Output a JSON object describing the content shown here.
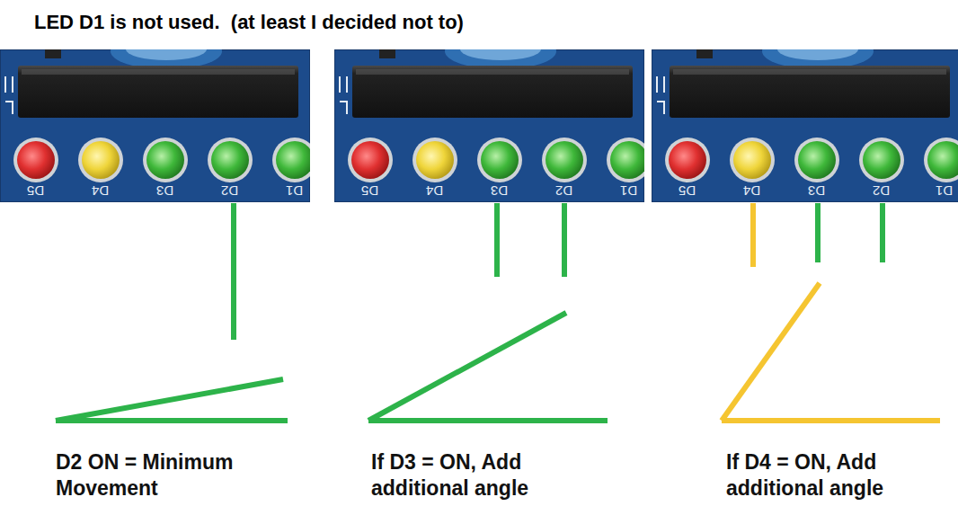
{
  "diagram": {
    "title": "LED D1 is not used.  (at least I decided not to)",
    "labels": [
      "D5",
      "D4",
      "D3",
      "D2",
      "D1",
      "D5",
      "D4",
      "D3",
      "D2",
      "D1",
      "D5",
      "D4",
      "D3",
      "D2",
      "D1",
      "D2 ON = Minimum Movement",
      "If D3 = ON, Add additional angle",
      "If D4 = ON, Add additional angle"
    ]
  }
}
